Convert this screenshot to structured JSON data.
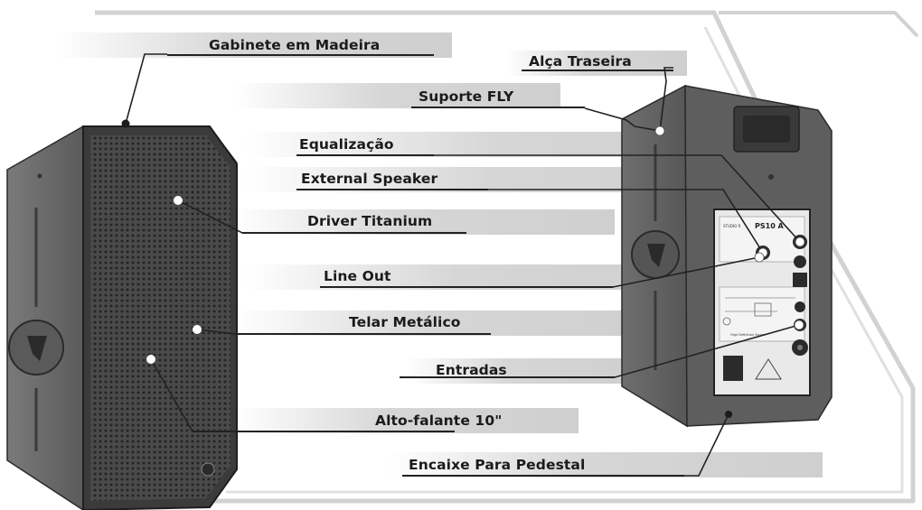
{
  "labels": {
    "gabinete": "Gabinete em Madeira",
    "alca": "Alça Traseira",
    "suporte": "Suporte FLY",
    "equalizacao": "Equalização",
    "external": "External Speaker",
    "driver": "Driver Titanium",
    "lineout": "Line Out",
    "telar": "Telar Metálico",
    "entradas": "Entradas",
    "altofalante": "Alto-falante 10\"",
    "encaixe": "Encaixe Para Pedestal"
  },
  "rear_panel": {
    "model": "PS10 A",
    "series": "STUDIO R",
    "panel_caption": "High Definition Sound"
  }
}
